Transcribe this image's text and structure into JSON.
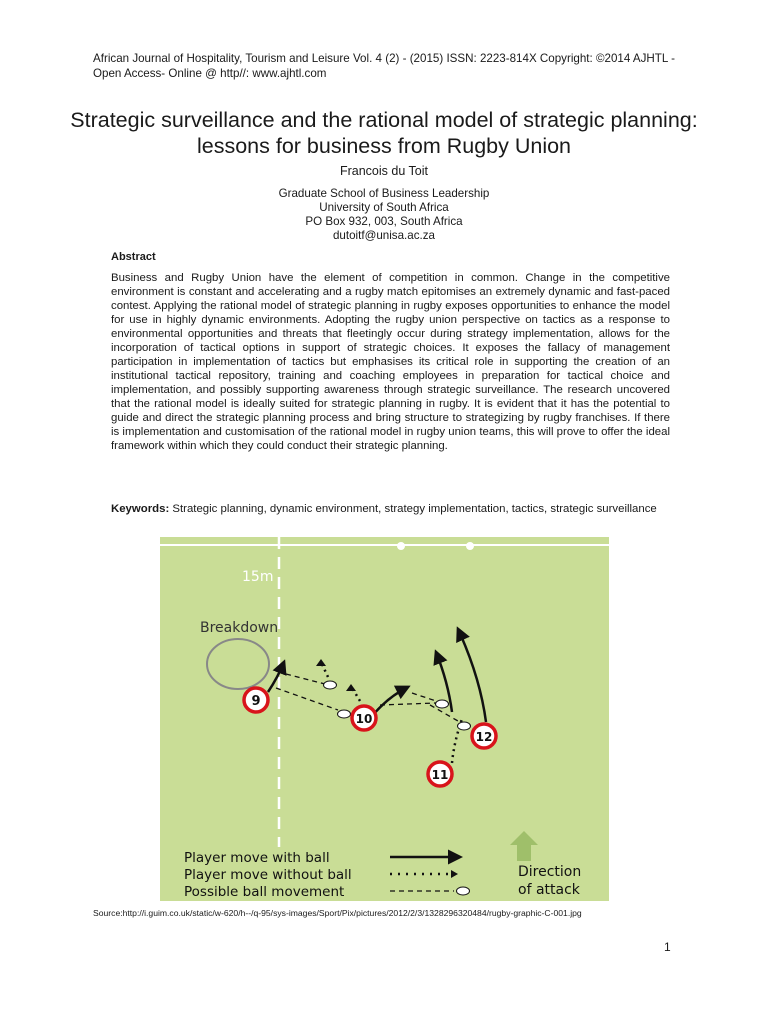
{
  "header": {
    "journal_line": "African Journal of Hospitality, Tourism and Leisure Vol. 4 (2) - (2015) ISSN: 2223-814X Copyright: ©2014 AJHTL - Open Access- Online @ http//: www.ajhtl.com"
  },
  "paper": {
    "title": "Strategic surveillance and the rational model of strategic planning: lessons for business from Rugby Union",
    "author": "Francois du Toit",
    "affiliation_lines": [
      "Graduate School of Business Leadership",
      "University of South Africa",
      "PO Box 932, 003, South Africa",
      "dutoitf@unisa.ac.za"
    ],
    "abstract_heading": "Abstract",
    "abstract_text": "Business and Rugby Union have the element of competition in common. Change in the competitive environment is constant and accelerating and a rugby match epitomises an extremely dynamic and fast-paced contest. Applying the rational model of strategic planning in rugby exposes opportunities to enhance the model for use in highly dynamic environments. Adopting the rugby union perspective on tactics as a response to environmental opportunities and threats that fleetingly occur during strategy implementation, allows for the incorporation of tactical options in support of strategic choices. It exposes the fallacy of management participation in implementation of tactics but emphasises its critical role in supporting the creation of an institutional tactical repository, training and coaching employees in preparation for tactical choice and implementation, and possibly supporting awareness through strategic surveillance. The research uncovered that the rational model is ideally suited for strategic planning in rugby. It is evident that it has the potential to guide and direct the strategic planning process and bring structure to strategizing by rugby franchises. If there is implementation and customisation of the rational model in rugby union teams, this will prove to offer the ideal framework within which they could conduct their strategic planning.",
    "keywords_label": "Keywords:",
    "keywords_text": "Strategic planning, dynamic environment, strategy implementation, tactics, strategic surveillance"
  },
  "figure": {
    "distance_label": "15m",
    "breakdown_label": "Breakdown",
    "players": [
      "9",
      "10",
      "12",
      "11"
    ],
    "legend": {
      "with_ball": "Player move with ball",
      "without_ball": "Player move without ball",
      "ball_movement": "Possible ball movement",
      "direction_line1": "Direction",
      "direction_line2": "of attack"
    },
    "colors": {
      "field": "#c9dd96",
      "player_ring": "#d8141b",
      "arrow_direction": "#9fbf6a"
    }
  },
  "footer": {
    "source": "Source:http://i.guim.co.uk/static/w-620/h--/q-95/sys-images/Sport/Pix/pictures/2012/2/3/1328296320484/rugby-graphic-C-001.jpg",
    "page_number": "1"
  }
}
